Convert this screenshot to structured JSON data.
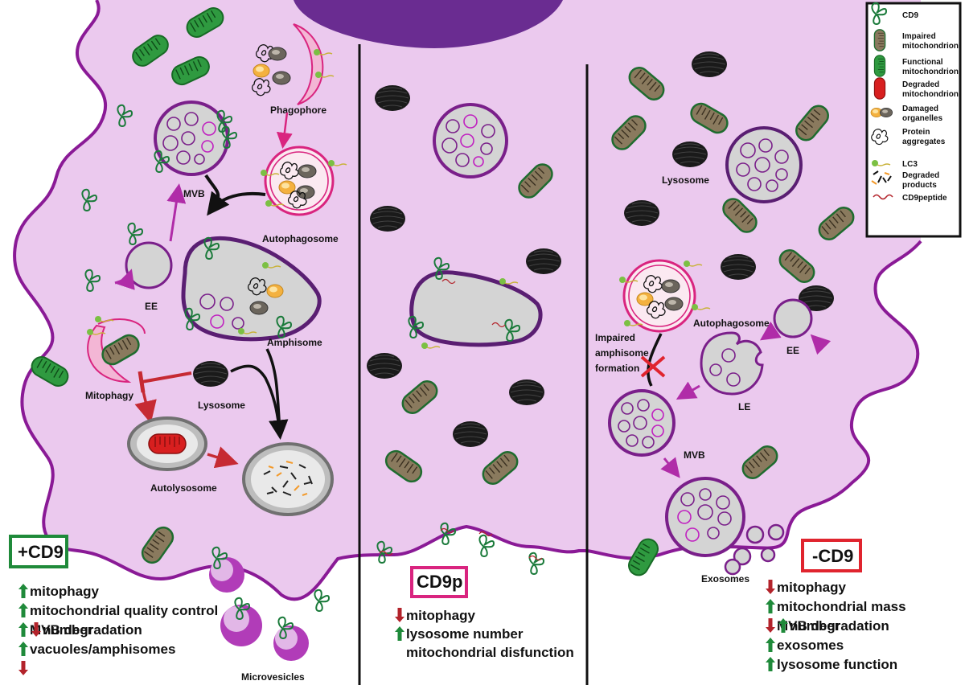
{
  "colors": {
    "cytoplasm": "#ebc9ee",
    "membrane": "#8a1a96",
    "nucleus": "#6a2c91",
    "mito_functional": "#2f9a40",
    "mito_impaired": "#8a7a5e",
    "mito_degraded": "#d81f1f",
    "lysosome": "#1a1a1a",
    "vesicle": "#d4d4d4",
    "arrow_magenta": "#b02ca8",
    "arrow_red": "#c62a33",
    "up_green": "#1f8a3a",
    "down_red": "#b3232b",
    "box_green": "#1f8a3a",
    "box_pink": "#d9247f",
    "box_red": "#e0242e"
  },
  "legend": {
    "items": [
      {
        "icon": "cd9-icon",
        "text": [
          "CD9"
        ]
      },
      {
        "icon": "impaired-mitochondrion-icon",
        "text": [
          "Impaired",
          "mitochondrion"
        ]
      },
      {
        "icon": "functional-mitochondrion-icon",
        "text": [
          "Functional",
          "mitochondrion"
        ]
      },
      {
        "icon": "degraded-mitochondrion-icon",
        "text": [
          "Degraded",
          "mitochondrion"
        ]
      },
      {
        "icon": "damaged-organelles-icon",
        "text": [
          "Damaged",
          "organelles"
        ]
      },
      {
        "icon": "protein-aggregates-icon",
        "text": [
          "Protein",
          "aggregates"
        ]
      },
      {
        "icon": "lc3-icon",
        "text": [
          "LC3"
        ]
      },
      {
        "icon": "degraded-products-icon",
        "text": [
          "Degraded",
          "products"
        ]
      },
      {
        "icon": "cd9-peptide-icon",
        "text": [
          "CD9peptide"
        ]
      }
    ]
  },
  "labels": {
    "phagophore": "Phagophore",
    "mvb_left": "MVB",
    "autophagosome_left": "Autophagosome",
    "ee_left": "EE",
    "amphisome": "Amphisome",
    "mitophagy": "Mitophagy",
    "lysosome_left": "Lysosome",
    "autolysosome": "Autolysosome",
    "microvesicles": "Microvesicles",
    "lysosome_right": "Lysosome",
    "autophagosome_right": "Autophagosome",
    "impaired_line1": "Impaired",
    "impaired_line2": "amphisome",
    "impaired_line3": "formation",
    "ee_right": "EE",
    "le": "LE",
    "mvb_right": "MVB",
    "exosomes": "Exosomes"
  },
  "panels": {
    "plus_cd9": {
      "title": "+CD9",
      "lines": [
        {
          "dir": "up",
          "text": "mitophagy"
        },
        {
          "dir": "up",
          "text": "mitochondrial quality control"
        },
        {
          "dir": "up",
          "text": "MVB degradation",
          "dir2": "down",
          "text2": "number"
        },
        {
          "dir": "up",
          "text": "vacuoles/amphisomes"
        },
        {
          "dir": "down",
          "text": ""
        }
      ]
    },
    "cd9p": {
      "title": "CD9p",
      "lines": [
        {
          "dir": "down",
          "text": "mitophagy"
        },
        {
          "dir": "up",
          "text": "lysosome number"
        },
        {
          "dir": "none",
          "text": "mitochondrial disfunction"
        }
      ]
    },
    "minus_cd9": {
      "title": "-CD9",
      "lines": [
        {
          "dir": "down",
          "text": "mitophagy"
        },
        {
          "dir": "up",
          "text": "mitochondrial mass"
        },
        {
          "dir": "down",
          "text": "MVB degradation",
          "dir2": "up",
          "text2": "number"
        },
        {
          "dir": "up",
          "text": "exosomes"
        },
        {
          "dir": "up",
          "text": "lysosome function"
        }
      ]
    }
  }
}
